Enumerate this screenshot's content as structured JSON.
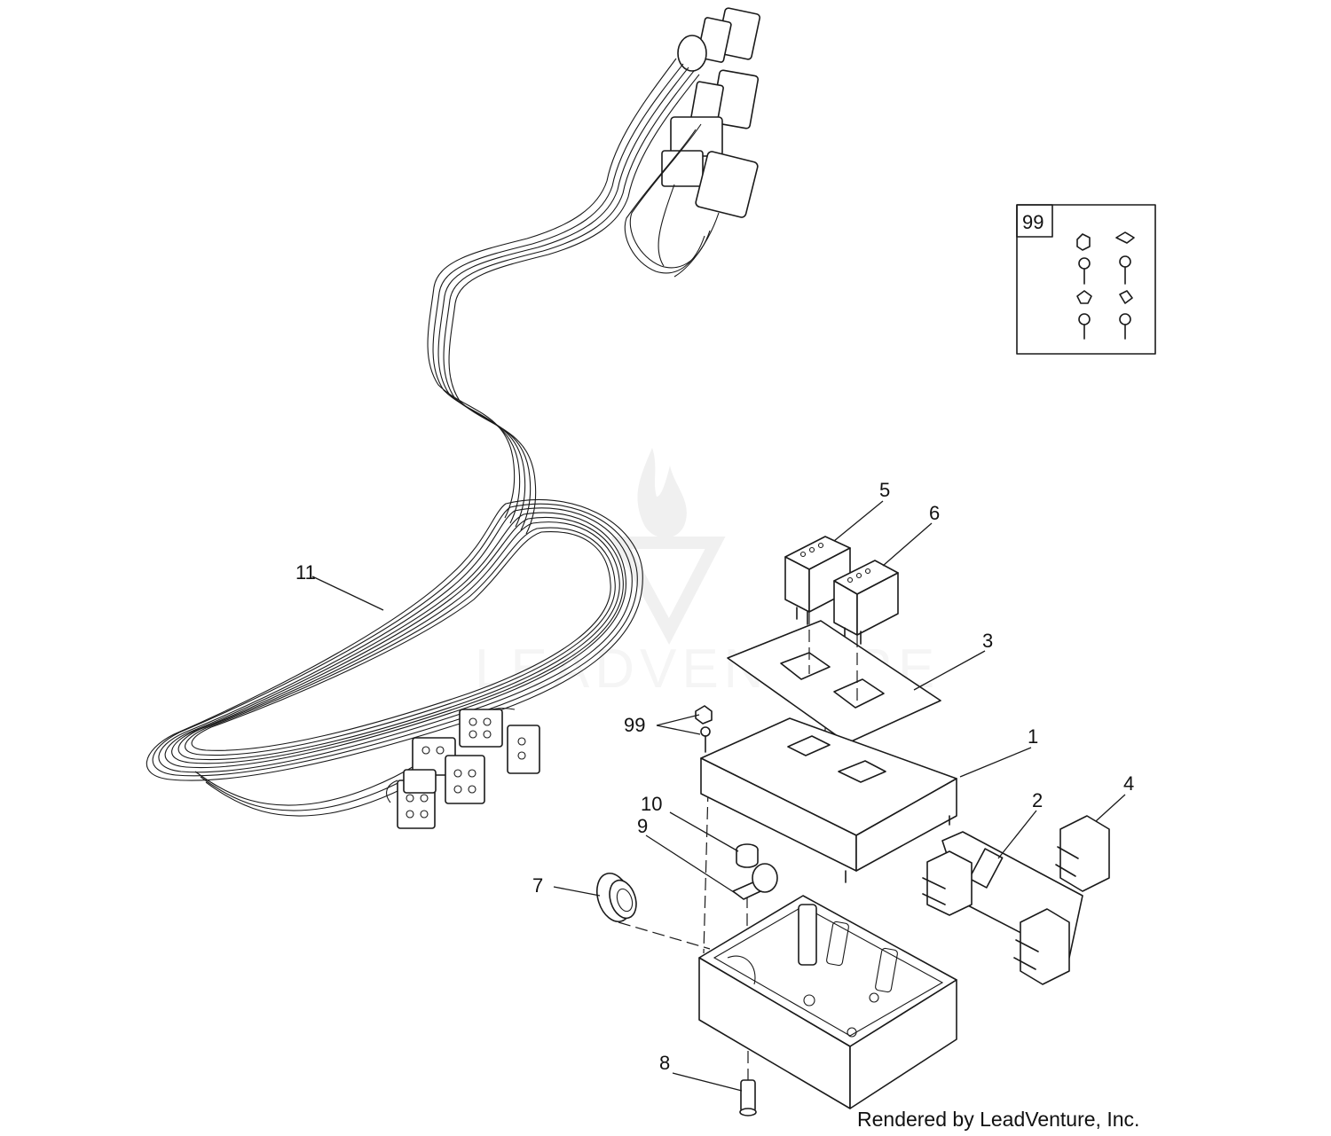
{
  "callouts": {
    "c1": "1",
    "c2": "2",
    "c3": "3",
    "c4": "4",
    "c5": "5",
    "c6": "6",
    "c7": "7",
    "c8": "8",
    "c9": "9",
    "c10": "10",
    "c11": "11",
    "c99": "99"
  },
  "kit_box": {
    "label": "99"
  },
  "watermark": {
    "text": "LEADVENTURE"
  },
  "credit": "Rendered by LeadVenture, Inc."
}
